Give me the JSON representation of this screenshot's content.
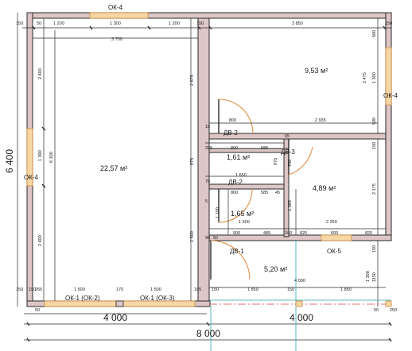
{
  "rooms": {
    "big": "22,57 м²",
    "topright": "9,53 м²",
    "hall": "1,61 м²",
    "mid": "4,89 м²",
    "bath": "1,65 м²",
    "bottom": "5,20 м²"
  },
  "windows": {
    "ok4_top": "ОК-4",
    "ok4_right": "ОК-4",
    "ok4_left": "ОК-4",
    "ok5": "ОК-5",
    "ok1_a": "ОК-1 (ОК-2)",
    "ok1_b": "ОК-1 (ОК-3)"
  },
  "doors": {
    "dv2_a": "ДВ-2",
    "dv3": "ДВ-3",
    "dv2_b": "ДВ-2",
    "dv1": "ДВ-1"
  },
  "dims": {
    "top_150a": "150",
    "top_50": "50",
    "top_1200a": "1 200",
    "top_1300": "1 300",
    "top_1200b": "1 200",
    "top_150b": "150",
    "top_3850": "3 850",
    "top_150c": "150",
    "top_3700": "3 700",
    "left_2400a": "2 400",
    "left_1300": "1 300",
    "left_2400b": "2 400",
    "left_6100": "6 100",
    "left_150": "150",
    "v_2675": "2 675",
    "v_2500": "2 500",
    "v_975a": "975",
    "v_975b": "975",
    "v_700": "700",
    "v_1385": "1 385",
    "v_1100": "1 100",
    "right_2475": "2 475",
    "right_1300": "1 300",
    "right_2175": "2 175",
    "right_500a": "500",
    "right_500b": "500",
    "right_150a": "150",
    "right_150b": "150",
    "right_1150": "1150",
    "right_1300b": "1 300",
    "h_800a": "800",
    "h_2935": "2 935",
    "h_265": "265",
    "h_800b": "800",
    "h_585a": "585",
    "h_1650": "1 650",
    "h_800c": "800",
    "h_585b": "585",
    "h_1500": "1 500",
    "h_2250": "2 250",
    "h_900": "900",
    "h_485": "485",
    "h_100": "100",
    "h_825a": "825",
    "h_600": "600",
    "h_825b": "825",
    "h_4000": "4 000",
    "h_1850a": "1 850",
    "h_150": "150",
    "h_1850b": "1 850",
    "b_150": "150",
    "b_265": "265",
    "b_1500a": "1 500",
    "b_170": "170",
    "b_1500b": "1 500",
    "b_165": "165",
    "b_4000a": "4 000",
    "b_4000b": "4 000",
    "b_8000": "8 000",
    "left_6400": "6 400",
    "b_50a": "50",
    "b_50b": "50",
    "b_250": "250",
    "s_50": "50",
    "s_15": "15",
    "s_65": "65",
    "s_75": "75",
    "s_45": "45",
    "s_5": "5",
    "s_90": "90",
    "s_150b": "150"
  }
}
